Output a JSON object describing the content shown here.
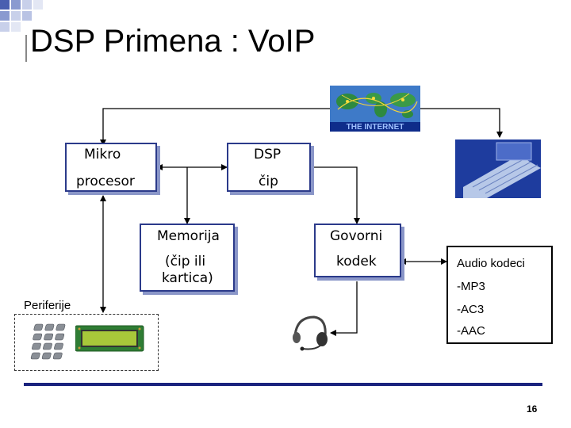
{
  "slide": {
    "title": "DSP Primena : VoIP",
    "page_number": "16"
  },
  "boxes": {
    "mikroprocesor": {
      "line1": "Mikro",
      "line2": "procesor"
    },
    "dsp": {
      "line1": "DSP",
      "line2": "čip"
    },
    "memorija": {
      "line1": "Memorija",
      "line2": "(čip ili",
      "line3": "kartica)"
    },
    "govorni": {
      "line1": "Govorni",
      "line2": "kodek"
    }
  },
  "audio_kodeci": {
    "title": "Audio kodeci",
    "items": [
      "-MP3",
      "-AC3",
      "-AAC"
    ]
  },
  "periferije": {
    "label": "Periferije"
  },
  "images": {
    "internet": {
      "icon": "internet-map-icon",
      "caption": "THE INTERNET"
    },
    "computer": {
      "icon": "keyboard-computer-icon"
    },
    "keypad": {
      "icon": "keypad-icon"
    },
    "lcd": {
      "icon": "lcd-module-icon"
    },
    "headset": {
      "icon": "headset-icon"
    }
  },
  "colors": {
    "box_border": "#2b3a8a",
    "box_shadow": "#8a96c8",
    "footer_line": "#1a237e",
    "lines": "#000000"
  }
}
